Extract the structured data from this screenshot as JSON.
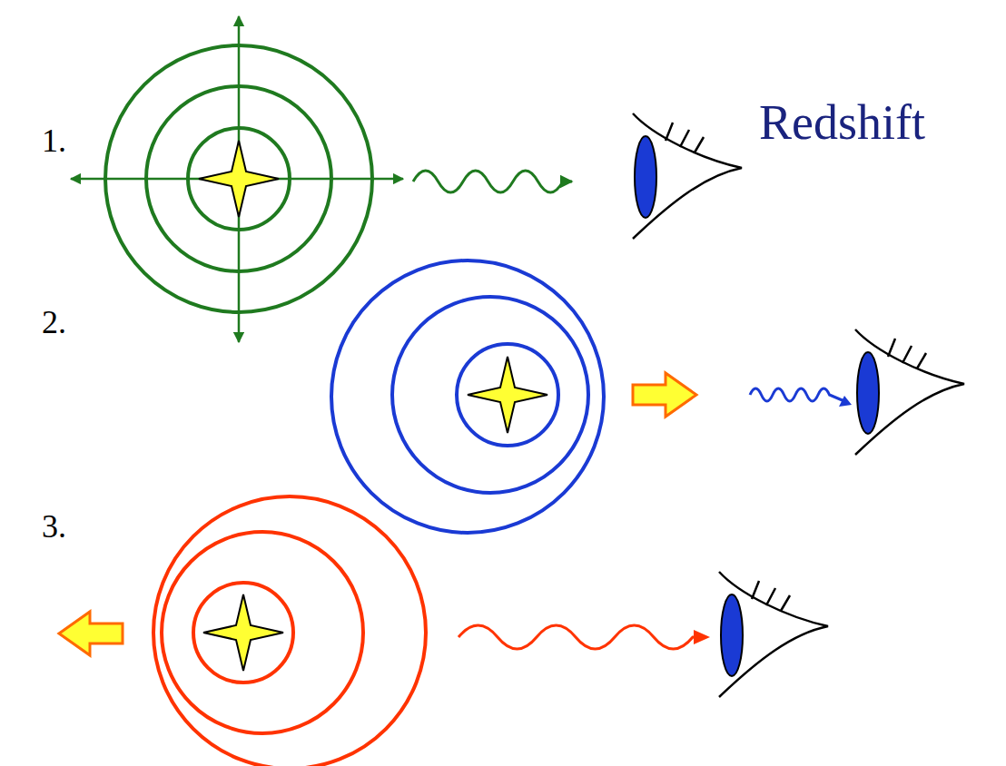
{
  "diagram": {
    "title": "Redshift",
    "labels": [
      "1.",
      "2.",
      "3."
    ]
  }
}
